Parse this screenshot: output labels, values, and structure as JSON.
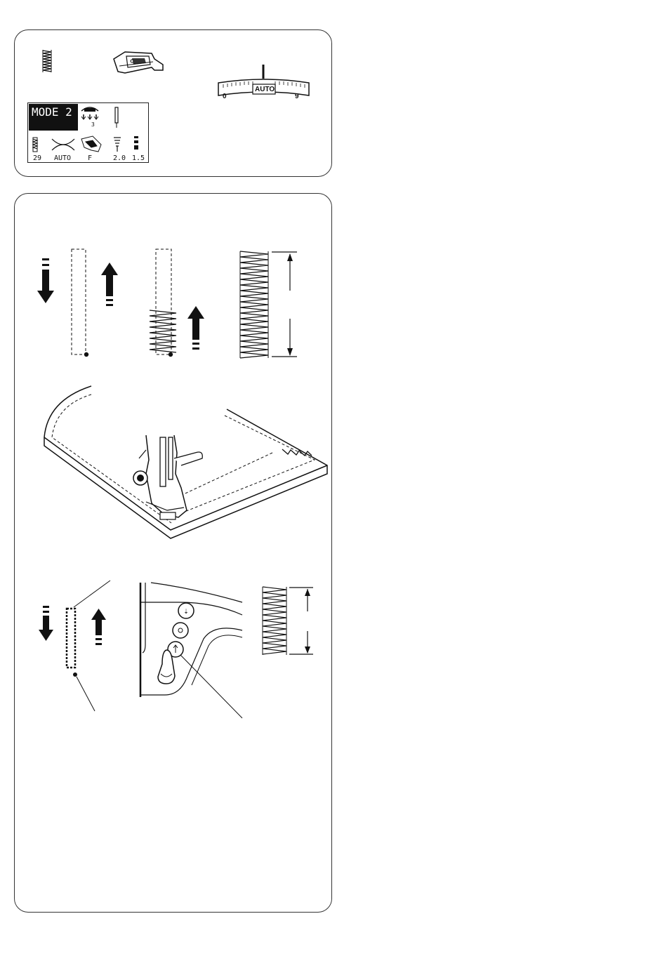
{
  "lcd": {
    "mode": "MODE 2",
    "pattern_number": "29",
    "tension": "AUTO",
    "foot": "F",
    "stitch_width": "2.0",
    "stitch_length": "1.5",
    "pressure": "3"
  },
  "dial": {
    "min": "0",
    "auto": "AUTO",
    "max": "9"
  },
  "icons": [
    "darning-stitch-icon",
    "satin-foot-f-icon",
    "needle-icon",
    "arrow-down-icon",
    "arrow-up-icon",
    "reverse-button-icon"
  ]
}
